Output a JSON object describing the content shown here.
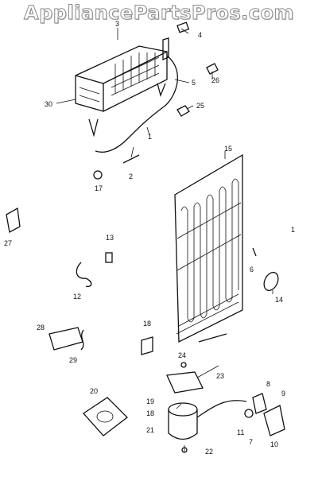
{
  "watermark": "AppliancePartsPros.com",
  "labels": {
    "l1": "1",
    "l2": "2",
    "l3": "3",
    "l4": "4",
    "l5": "5",
    "l6": "6",
    "l7": "7",
    "l8": "8",
    "l9": "9",
    "l10": "10",
    "l11": "11",
    "l12": "12",
    "l13": "13",
    "l14": "14",
    "l15": "15",
    "l17": "17",
    "l18": "18",
    "l18b": "18",
    "l19": "19",
    "l20": "20",
    "l21": "21",
    "l22": "22",
    "l23": "23",
    "l24": "24",
    "l25": "25",
    "l26": "26",
    "l27": "27",
    "l28": "28",
    "l29": "29",
    "l30": "30",
    "lOne": "1"
  }
}
